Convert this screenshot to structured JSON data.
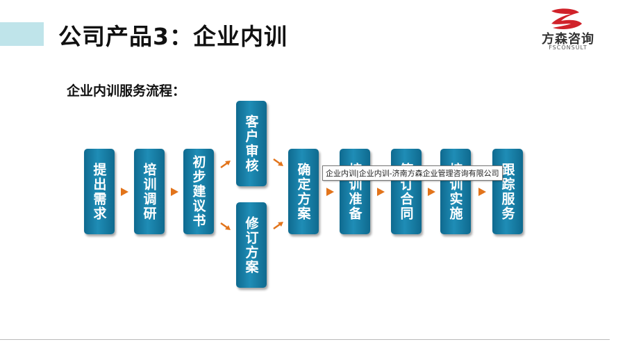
{
  "header": {
    "title": "公司产品3：企业内训"
  },
  "logo": {
    "name": "方森咨询",
    "sub": "FSCONSULT",
    "accent": "#d0222a"
  },
  "section": {
    "subtitle": "企业内训服务流程："
  },
  "flow": {
    "node_color": "#1a82ab",
    "arrow_color": "#e2741b",
    "nodes": [
      {
        "label": "提出需求"
      },
      {
        "label": "培训调研"
      },
      {
        "label": "初步建议书"
      },
      {
        "label": "客户审核"
      },
      {
        "label": "修订方案"
      },
      {
        "label": "确定方案"
      },
      {
        "label": "培训准备"
      },
      {
        "label": "签订合同"
      },
      {
        "label": "培训实施"
      },
      {
        "label": "跟踪服务"
      }
    ]
  },
  "tooltip": {
    "text": "企业内训|企业内训-济南方森企业管理咨询有限公司"
  }
}
